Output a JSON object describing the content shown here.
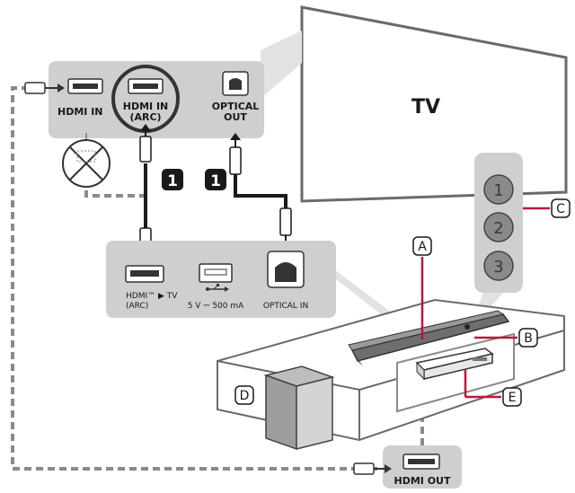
{
  "tv": {
    "label": "TV"
  },
  "tv_ports": {
    "hdmi_in": "HDMI IN",
    "hdmi_in_arc_line1": "HDMI IN",
    "hdmi_in_arc_line2": "(ARC)",
    "optical_out_line1": "OPTICAL",
    "optical_out_line2": "OUT"
  },
  "steps": {
    "step1": "1",
    "step2": "1"
  },
  "soundbar_ports": {
    "hdmi_tv_line1": "HDMI™ ▶ TV",
    "hdmi_tv_line2": "(ARC)",
    "usb_label": "5 V ⎓ 500 mA",
    "optical_in": "OPTICAL IN"
  },
  "buttons": {
    "b1": "1",
    "b2": "2",
    "b3": "3"
  },
  "callouts": {
    "a": "A",
    "b": "B",
    "c": "C",
    "d": "D",
    "e": "E"
  },
  "source_port": {
    "hdmi_out": "HDMI OUT"
  },
  "colors": {
    "accent": "#c0143c",
    "panel": "#cfcfcf",
    "panel_dark": "#d6d6d6",
    "dash": "#8a8a8a"
  }
}
